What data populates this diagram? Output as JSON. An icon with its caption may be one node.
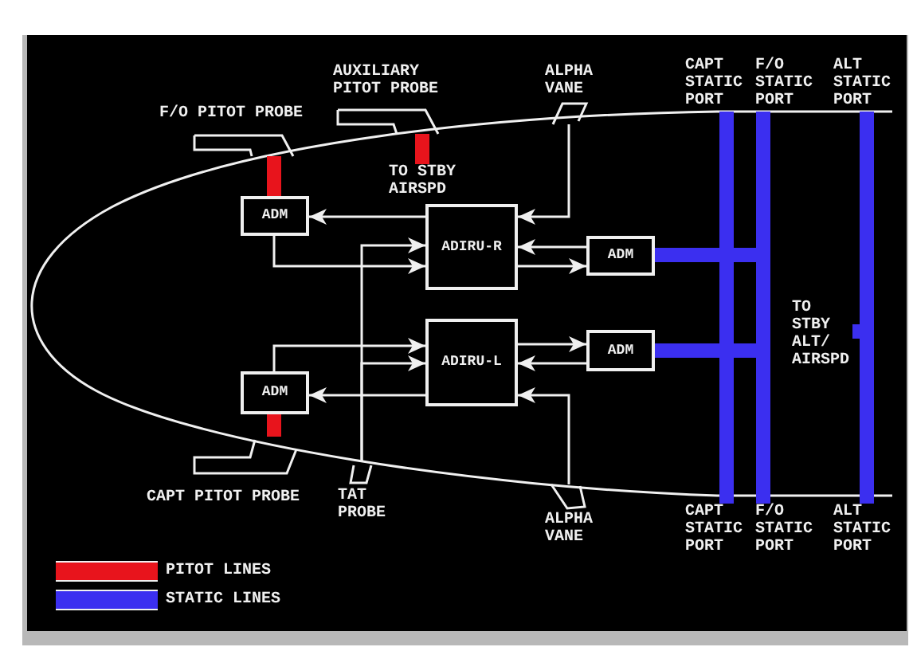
{
  "diagram": {
    "nodes": [
      {
        "text": [
          "F/O PITOT PROBE"
        ]
      },
      {
        "text": [
          "AUXILIARY PITOT PROBE"
        ]
      },
      {
        "text": [
          "TO STBY AIRSPD"
        ]
      },
      {
        "text": [
          "ALPHA VANE"
        ]
      },
      {
        "text": [
          "CAPT STATIC PORT"
        ]
      },
      {
        "text": [
          "F/O STATIC PORT"
        ]
      },
      {
        "text": [
          "ALT STATIC PORT"
        ]
      },
      {
        "text": [
          "ADM"
        ]
      },
      {
        "text": [
          "ADIRU-R"
        ]
      },
      {
        "text": [
          "ADM"
        ]
      },
      {
        "text": [
          "TO STBY ALT/ AIRSPD"
        ]
      },
      {
        "text": [
          "ADIRU-L"
        ]
      },
      {
        "text": [
          "ADM"
        ]
      },
      {
        "text": [
          "ADM"
        ]
      },
      {
        "text": [
          "CAPT PITOT PROBE"
        ]
      },
      {
        "text": [
          "TAT PROBE"
        ]
      },
      {
        "text": [
          "ALPHA VANE"
        ]
      },
      {
        "text": [
          "CAPT STATIC PORT"
        ]
      },
      {
        "text": [
          "F/O STATIC PORT"
        ]
      },
      {
        "text": [
          "ALT STATIC PORT"
        ]
      }
    ],
    "edges": [
      {
        "from": 0,
        "to": 7,
        "arrow": "none",
        "style": "thick",
        "color": "#e8141c"
      },
      {
        "from": 1,
        "to": 2,
        "arrow": "none",
        "style": "thick",
        "color": "#e8141c"
      },
      {
        "from": 8,
        "to": 7,
        "arrow": "to"
      },
      {
        "from": 7,
        "to": 8,
        "arrow": "to"
      },
      {
        "from": 15,
        "to": 8,
        "arrow": "to"
      },
      {
        "from": 15,
        "to": 11,
        "arrow": "to"
      },
      {
        "from": 3,
        "to": 8,
        "arrow": "to"
      },
      {
        "from": 9,
        "to": 8,
        "arrow": "to"
      },
      {
        "from": 8,
        "to": 9,
        "arrow": "to"
      },
      {
        "from": 9,
        "to": 5,
        "arrow": "none",
        "style": "thick",
        "color": "#3b2ff0"
      },
      {
        "from": 4,
        "to": 17,
        "arrow": "none",
        "style": "thick",
        "color": "#3b2ff0"
      },
      {
        "from": 5,
        "to": 18,
        "arrow": "none",
        "style": "thick",
        "color": "#3b2ff0"
      },
      {
        "from": 6,
        "to": 10,
        "arrow": "none",
        "style": "thick",
        "color": "#3b2ff0"
      },
      {
        "from": 19,
        "to": 10,
        "arrow": "none",
        "style": "thick",
        "color": "#3b2ff0"
      },
      {
        "from": 11,
        "to": 12,
        "arrow": "to"
      },
      {
        "from": 12,
        "to": 11,
        "arrow": "to"
      },
      {
        "from": 16,
        "to": 11,
        "arrow": "to"
      },
      {
        "from": 13,
        "to": 11,
        "arrow": "to"
      },
      {
        "from": 11,
        "to": 13,
        "arrow": "to"
      },
      {
        "from": 12,
        "to": 18,
        "arrow": "none",
        "style": "thick",
        "color": "#3b2ff0"
      },
      {
        "from": 14,
        "to": 13,
        "arrow": "none",
        "style": "thick",
        "color": "#e8141c"
      }
    ],
    "legend": [
      {
        "text": "PITOT LINES",
        "color": "#e8141c"
      },
      {
        "text": "STATIC LINES",
        "color": "#3b2ff0"
      }
    ]
  }
}
